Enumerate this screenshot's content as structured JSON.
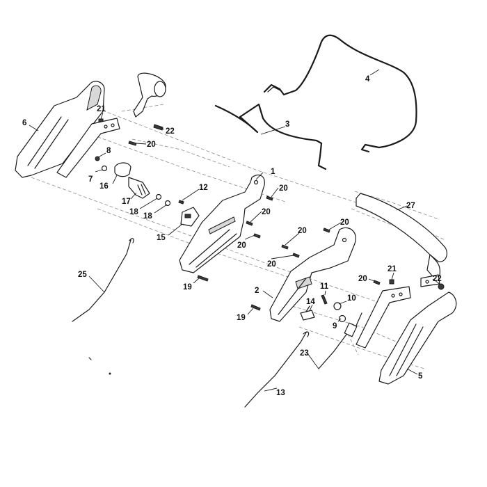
{
  "callouts": [
    {
      "id": "c1",
      "text": "1"
    },
    {
      "id": "c2",
      "text": "2"
    },
    {
      "id": "c3",
      "text": "3"
    },
    {
      "id": "c4",
      "text": "4"
    },
    {
      "id": "c5",
      "text": "5"
    },
    {
      "id": "c6",
      "text": "6"
    },
    {
      "id": "c7",
      "text": "7"
    },
    {
      "id": "c8",
      "text": "8"
    },
    {
      "id": "c9",
      "text": "9"
    },
    {
      "id": "c10",
      "text": "10"
    },
    {
      "id": "c11",
      "text": "11"
    },
    {
      "id": "c12",
      "text": "12"
    },
    {
      "id": "c13",
      "text": "13"
    },
    {
      "id": "c14",
      "text": "14"
    },
    {
      "id": "c15",
      "text": "15"
    },
    {
      "id": "c16",
      "text": "16"
    },
    {
      "id": "c17",
      "text": "17"
    },
    {
      "id": "c18a",
      "text": "18"
    },
    {
      "id": "c18b",
      "text": "18"
    },
    {
      "id": "c19a",
      "text": "19"
    },
    {
      "id": "c19b",
      "text": "19"
    },
    {
      "id": "c20a",
      "text": "20"
    },
    {
      "id": "c20b",
      "text": "20"
    },
    {
      "id": "c20c",
      "text": "20"
    },
    {
      "id": "c20d",
      "text": "20"
    },
    {
      "id": "c20e",
      "text": "20"
    },
    {
      "id": "c20f",
      "text": "20"
    },
    {
      "id": "c20g",
      "text": "20"
    },
    {
      "id": "c20h",
      "text": "20"
    },
    {
      "id": "c21a",
      "text": "21"
    },
    {
      "id": "c21b",
      "text": "21"
    },
    {
      "id": "c22a",
      "text": "22"
    },
    {
      "id": "c22b",
      "text": "22"
    },
    {
      "id": "c23",
      "text": "23"
    },
    {
      "id": "c25",
      "text": "25"
    },
    {
      "id": "c27",
      "text": "27"
    }
  ]
}
